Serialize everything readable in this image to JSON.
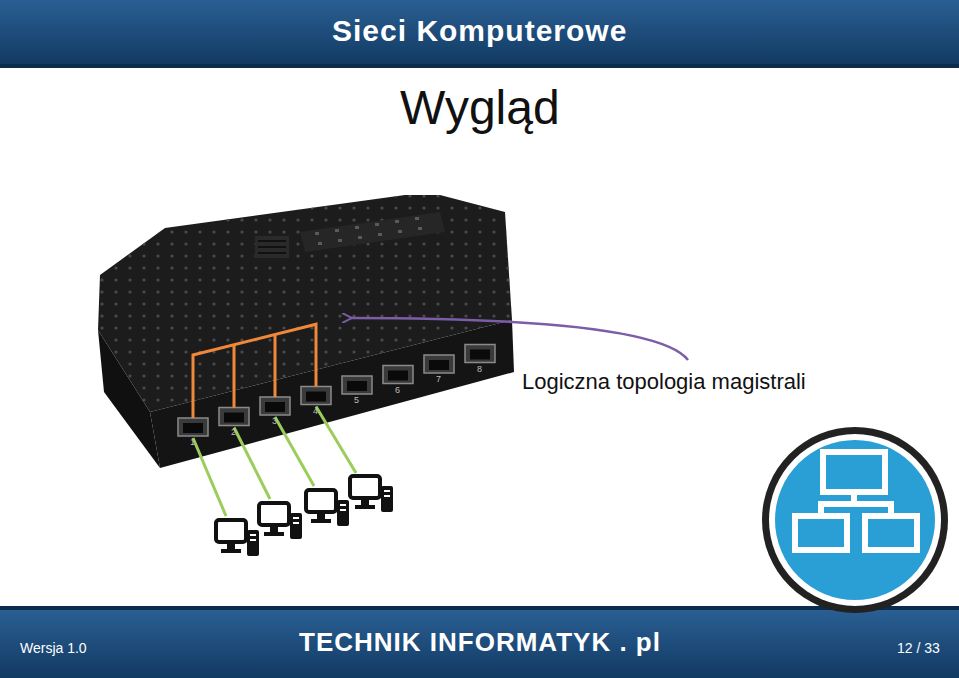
{
  "diagram": {
    "title": "Wygląd",
    "labels": [
      "Sieci Komputerowe",
      "1",
      "2",
      "3",
      "4",
      "5",
      "6",
      "7",
      "8",
      "Logiczna topologia magistrali",
      "Wersja 1.0",
      "TECHNIK INFORMATYK . pl",
      "12 / 33"
    ]
  }
}
